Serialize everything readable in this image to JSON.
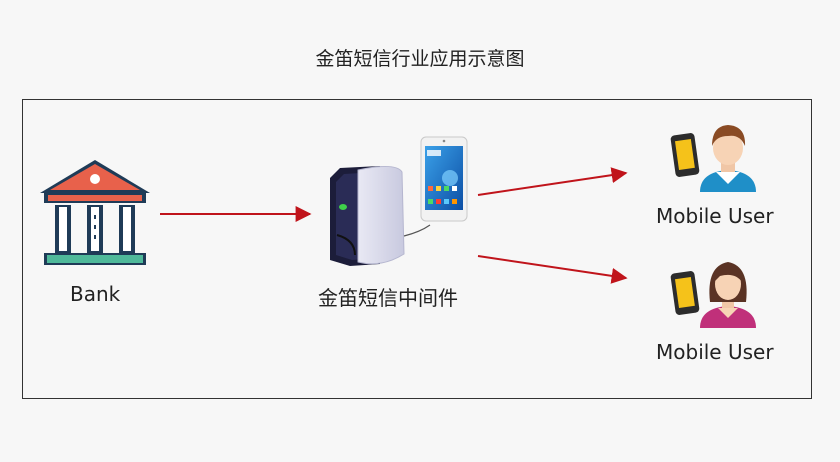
{
  "title": "金笛短信行业应用示意图",
  "nodes": {
    "bank": {
      "label": "Bank",
      "icon": "bank-icon"
    },
    "middleware": {
      "label": "金笛短信中间件",
      "icon": "sms-gateway-device-icon"
    },
    "user1": {
      "label": "Mobile User",
      "icon": "male-user-with-phone-icon"
    },
    "user2": {
      "label": "Mobile User",
      "icon": "female-user-with-phone-icon"
    }
  },
  "colors": {
    "arrow": "#c0141b",
    "bank_roof": "#e8614b",
    "bank_base": "#4fb99a",
    "bank_columns": "#1f3b57",
    "male_shirt": "#1f8fc8",
    "female_shirt": "#c0307a",
    "phone_body": "#2c2c2c",
    "phone_screen": "#f5c21a"
  }
}
